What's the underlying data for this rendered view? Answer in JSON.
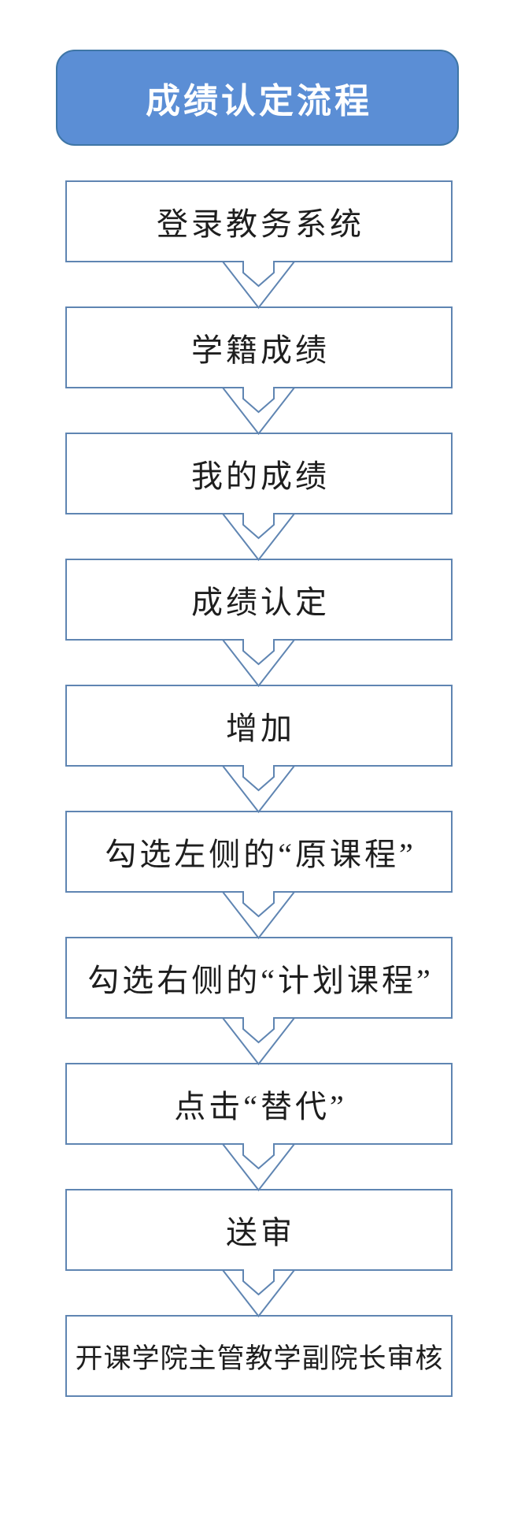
{
  "title": "成绩认定流程",
  "steps": [
    {
      "label": "登录教务系统"
    },
    {
      "label": "学籍成绩"
    },
    {
      "label": "我的成绩"
    },
    {
      "label": "成绩认定"
    },
    {
      "label": "增加"
    },
    {
      "label": "勾选左侧的“原课程”"
    },
    {
      "label": "勾选右侧的“计划课程”"
    },
    {
      "label": "点击“替代”"
    },
    {
      "label": "送审"
    },
    {
      "label": "开课学院主管教学副院长审核"
    }
  ],
  "colors": {
    "title_fill": "#5B8ED5",
    "title_border": "#3F76A6",
    "title_text": "#FFFFFF",
    "box_fill": "#FFFFFF",
    "box_border": "#5F85B2",
    "arrow_stroke": "#5F85B2",
    "text": "#1E1E1E",
    "background": "#FFFFFF"
  }
}
